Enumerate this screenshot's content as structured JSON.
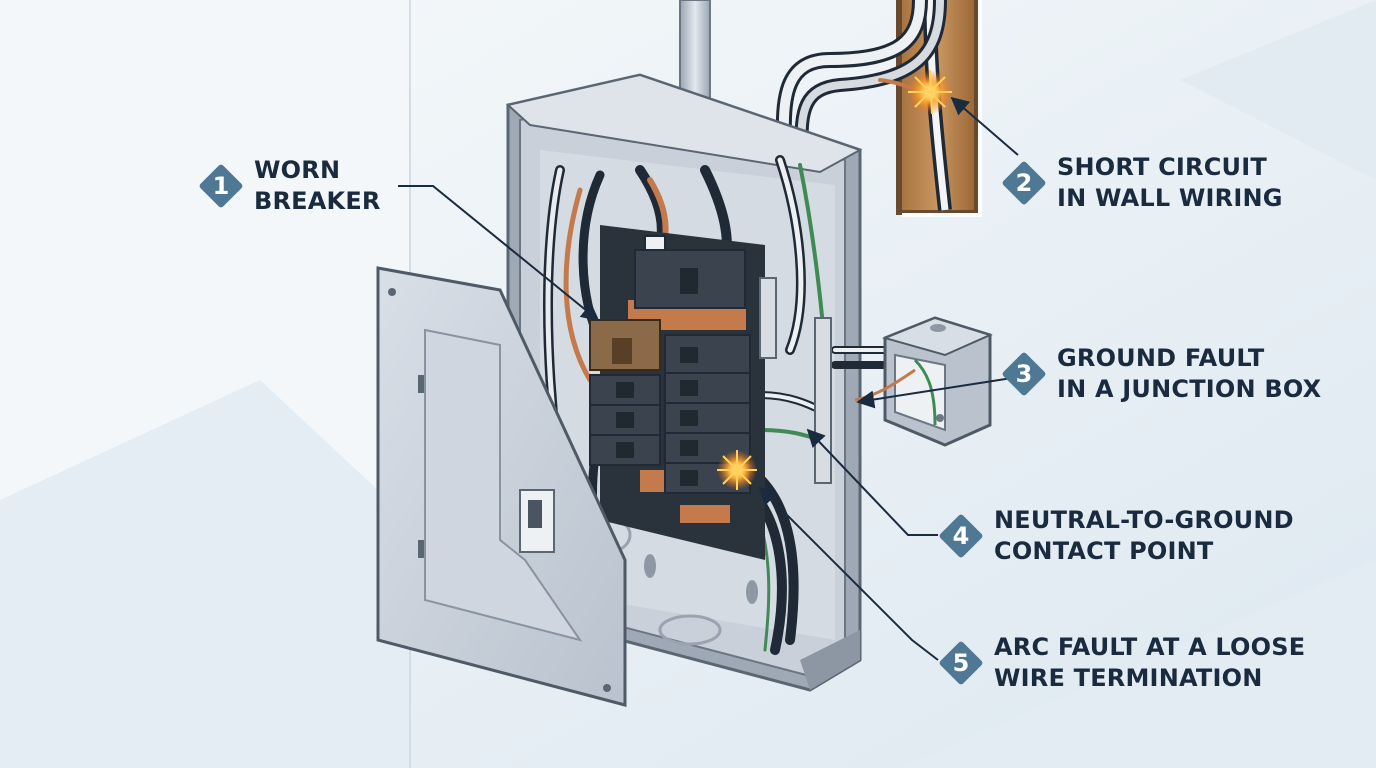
{
  "colors": {
    "background": "#eef4f8",
    "badge": "#4f7895",
    "label_text": "#1b2b3f",
    "panel_metal": "#c7ced8",
    "copper": "#c47a4b",
    "ground_wire": "#3f8a55",
    "spark": "#ff8a1e"
  },
  "callouts": [
    {
      "number": "1",
      "lines": [
        "WORN",
        "BREAKER"
      ],
      "icon": "diamond-badge"
    },
    {
      "number": "2",
      "lines": [
        "SHORT CIRCUIT",
        "IN WALL WIRING"
      ],
      "icon": "diamond-badge"
    },
    {
      "number": "3",
      "lines": [
        "GROUND FAULT",
        "IN A JUNCTION BOX"
      ],
      "icon": "diamond-badge"
    },
    {
      "number": "4",
      "lines": [
        "NEUTRAL-TO-GROUND",
        "CONTACT POINT"
      ],
      "icon": "diamond-badge"
    },
    {
      "number": "5",
      "lines": [
        "ARC FAULT AT A LOOSE",
        "WIRE TERMINATION"
      ],
      "icon": "diamond-badge"
    }
  ]
}
